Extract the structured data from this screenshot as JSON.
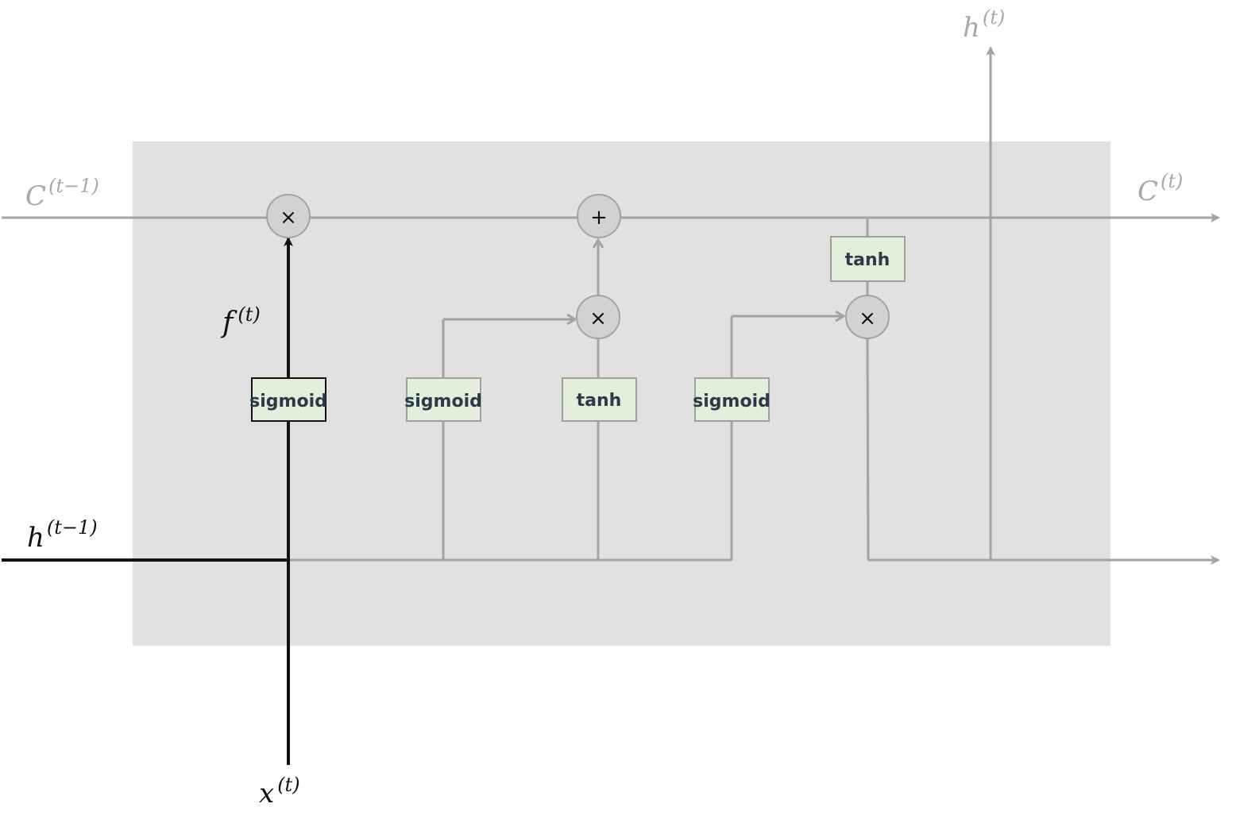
{
  "colors": {
    "background": "#ffffff",
    "cell_fill": "#e1e1e1",
    "active_path": "#111111",
    "inactive_path": "#a3a3a3",
    "gate_fill": "#e3eedb",
    "gate_border_inactive": "#9aa39a",
    "gate_border_active": "#111111",
    "operator_fill": "#d2d2d2",
    "label_active": "#111111",
    "label_inactive": "#a8a8a8"
  },
  "labels": {
    "cell_state_in": {
      "main": "C",
      "sup": "(t−1)"
    },
    "cell_state_out": {
      "main": "C",
      "sup": "(t)"
    },
    "hidden_out": {
      "main": "h",
      "sup": "(t)"
    },
    "hidden_in": {
      "main": "h",
      "sup": "(t−1)"
    },
    "forget_gate_output": {
      "main": "f",
      "sup": "(t)"
    },
    "input_x": {
      "main": "x",
      "sup": "(t)"
    }
  },
  "gates": {
    "forget": "sigmoid",
    "input": "sigmoid",
    "candidate": "tanh",
    "output": "sigmoid",
    "cell_activation": "tanh"
  },
  "operators": {
    "forget_multiply": "×",
    "cell_add": "+",
    "input_multiply": "×",
    "output_multiply": "×"
  },
  "highlight": {
    "active_path": "forget-gate",
    "icons": [
      "multiply-icon",
      "plus-icon",
      "arrow-icon"
    ]
  }
}
